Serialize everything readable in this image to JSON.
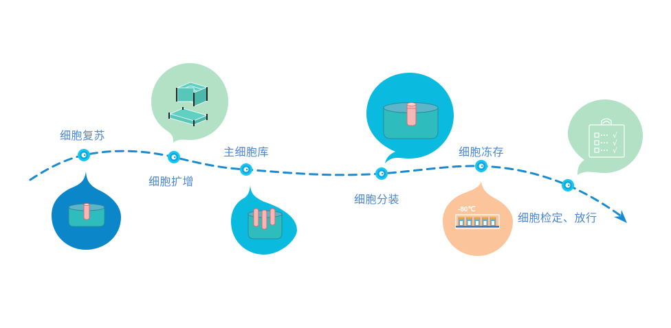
{
  "diagram": {
    "type": "process-timeline",
    "colors": {
      "path": "#1a8ad0",
      "node_outer": "#14c8f0",
      "node_inner": "#ffffff",
      "label": "#4a86d6",
      "bubble_darkblue": "#0a86c9",
      "bubble_cyan": "#0bbadf",
      "bubble_mint": "#b3e1c6",
      "bubble_peach": "#fcc49a",
      "dish_fill": "#2fbcbc",
      "tube_fill": "#f7b7b7",
      "tube_stroke": "#d46a6a"
    },
    "steps": [
      {
        "id": "recovery",
        "label": "细胞复苏",
        "icon": "petri-dish-single-tube-icon",
        "bubble_color": "bubble_darkblue"
      },
      {
        "id": "expansion",
        "label": "细胞扩增",
        "icon": "stacked-culture-plates-icon",
        "bubble_color": "bubble_mint"
      },
      {
        "id": "master-bank",
        "label": "主细胞库",
        "icon": "dish-three-tubes-icon",
        "bubble_color": "bubble_cyan"
      },
      {
        "id": "aliquot",
        "label": "细胞分装",
        "icon": "large-dish-tube-icon",
        "bubble_color": "bubble_cyan"
      },
      {
        "id": "cryo",
        "label": "细胞冻存",
        "icon": "freezer-rack-icon",
        "bubble_color": "bubble_peach",
        "temperature": "-80℃"
      },
      {
        "id": "qc-release",
        "label": "细胞检定、放行",
        "icon": "clipboard-checklist-icon",
        "bubble_color": "bubble_mint",
        "checks": [
          "√",
          "√",
          "√"
        ]
      }
    ]
  }
}
